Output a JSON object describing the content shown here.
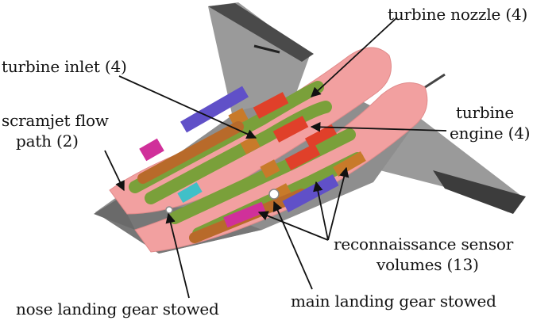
{
  "labels": {
    "turbine_nozzle": "turbine nozzle (4)",
    "turbine_inlet": "turbine inlet (4)",
    "scramjet_line1": "scramjet flow",
    "scramjet_line2": "path (2)",
    "turbine_engine_line1": "turbine",
    "turbine_engine_line2": "engine (4)",
    "recon_line1": "reconnaissance sensor",
    "recon_line2": "volumes (13)",
    "nose_gear": "nose landing gear stowed",
    "main_gear": "main landing gear stowed"
  },
  "colors": {
    "airframe": "#8e8e8e",
    "airframe_dark": "#5a5a5a",
    "scramjet": "#f2a0a0",
    "turbine_green": "#7aa03a",
    "turbine_orange": "#c87a2a",
    "turbine_red": "#e0402a",
    "sensor_purple": "#6050c8",
    "sensor_magenta": "#d0309a",
    "sensor_cyan": "#40c0c8"
  }
}
